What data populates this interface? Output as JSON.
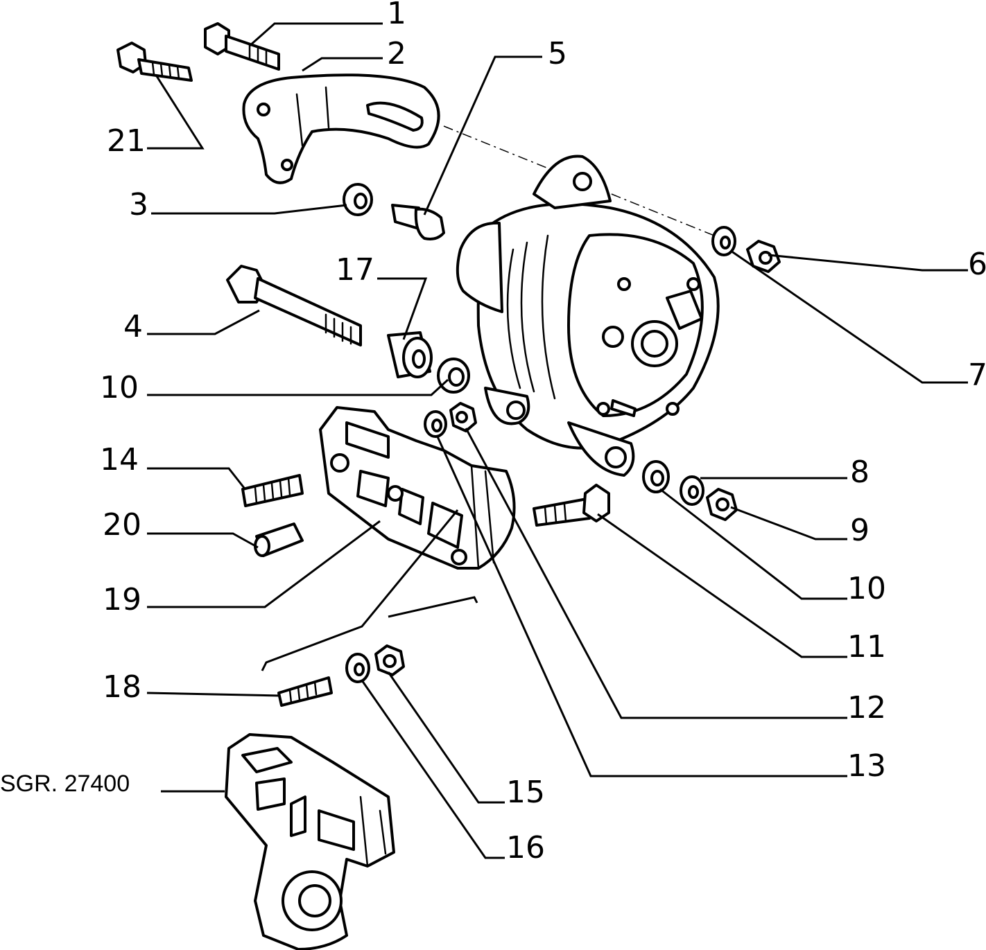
{
  "diagram": {
    "reference_code": "SGR. 27400",
    "callouts": [
      {
        "id": "1",
        "label": "1"
      },
      {
        "id": "2",
        "label": "2"
      },
      {
        "id": "3",
        "label": "3"
      },
      {
        "id": "4",
        "label": "4"
      },
      {
        "id": "5",
        "label": "5"
      },
      {
        "id": "6",
        "label": "6"
      },
      {
        "id": "7",
        "label": "7"
      },
      {
        "id": "8",
        "label": "8"
      },
      {
        "id": "9",
        "label": "9"
      },
      {
        "id": "10a",
        "label": "10"
      },
      {
        "id": "10b",
        "label": "10"
      },
      {
        "id": "11",
        "label": "11"
      },
      {
        "id": "12",
        "label": "12"
      },
      {
        "id": "13",
        "label": "13"
      },
      {
        "id": "14",
        "label": "14"
      },
      {
        "id": "15",
        "label": "15"
      },
      {
        "id": "16",
        "label": "16"
      },
      {
        "id": "17",
        "label": "17"
      },
      {
        "id": "18",
        "label": "18"
      },
      {
        "id": "19",
        "label": "19"
      },
      {
        "id": "20",
        "label": "20"
      },
      {
        "id": "21",
        "label": "21"
      }
    ]
  }
}
